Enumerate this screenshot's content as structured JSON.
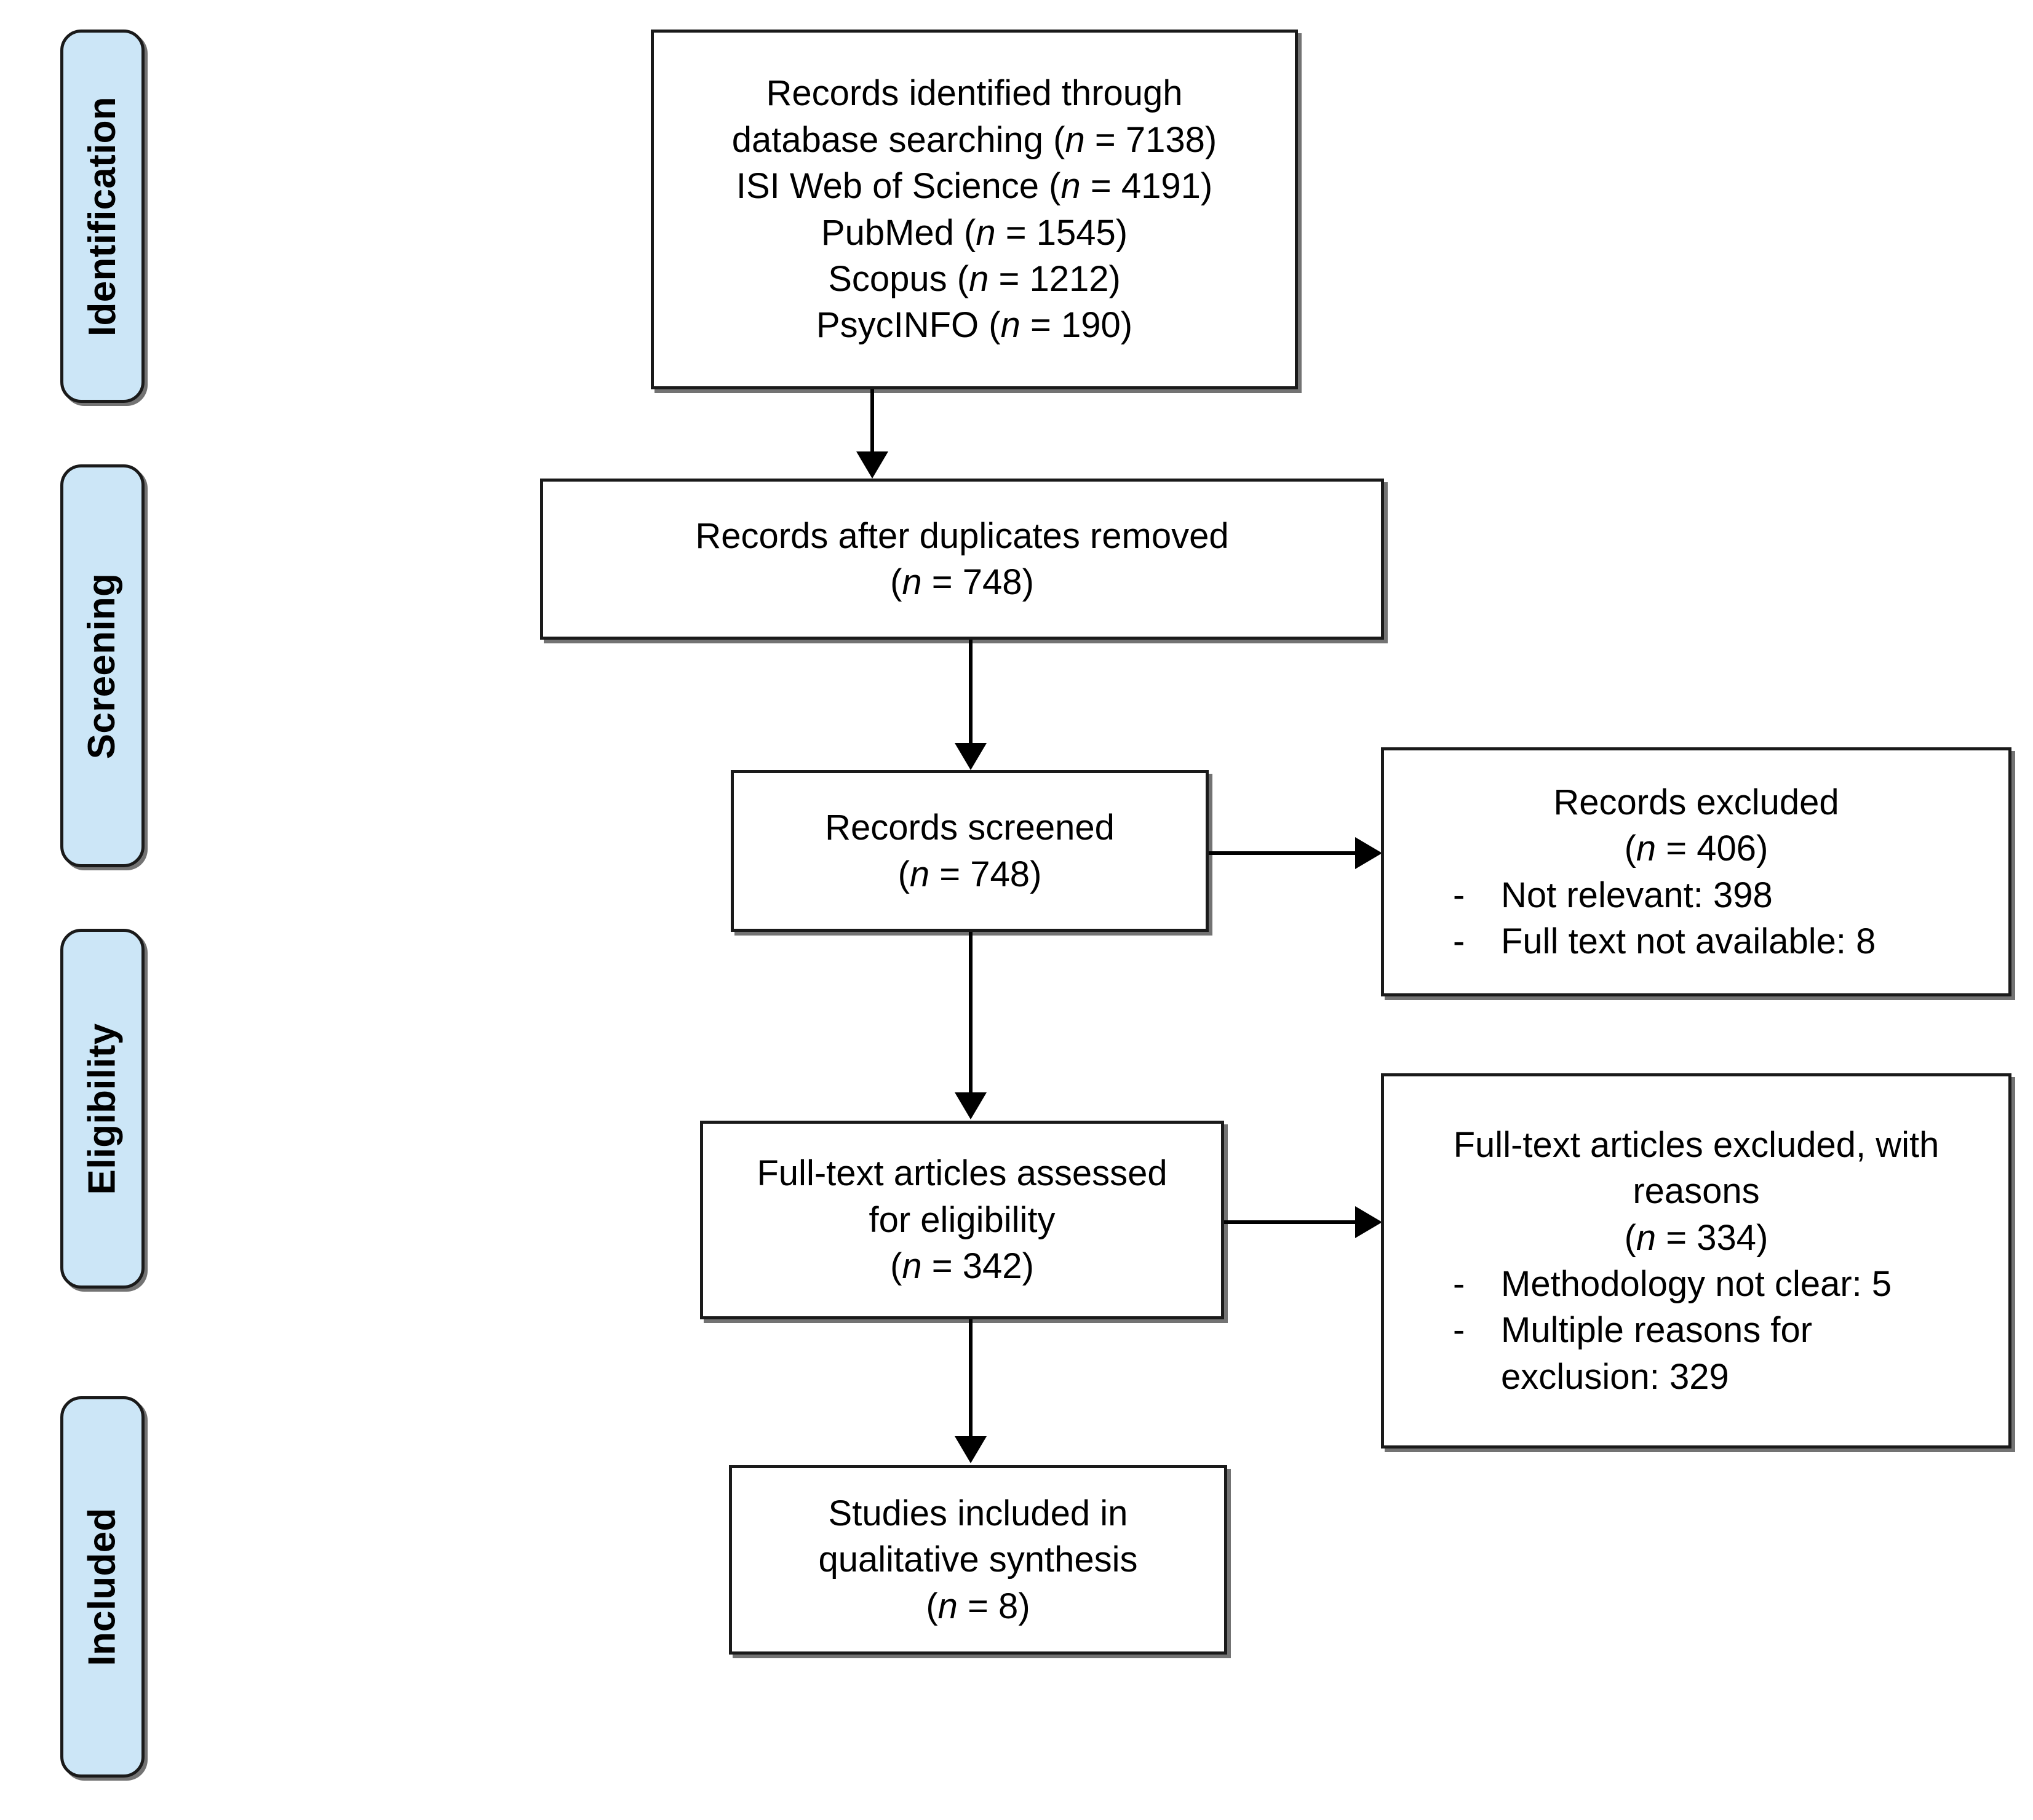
{
  "diagram": {
    "type": "prisma-flow-diagram",
    "stages": [
      {
        "id": "identification",
        "label": "Identification"
      },
      {
        "id": "screening",
        "label": "Screening"
      },
      {
        "id": "eligibility",
        "label": "Eligibility"
      },
      {
        "id": "included",
        "label": "Included"
      }
    ],
    "boxes": {
      "identified": {
        "lines": [
          "Records identified through",
          "database searching (n = 7138)",
          "ISI Web of Science (n = 4191)",
          "PubMed (n = 1545)",
          "Scopus (n = 1212)",
          "PsycINFO (n = 190)"
        ],
        "counts": {
          "total_database_searching": 7138,
          "isi_web_of_science": 4191,
          "pubmed": 1545,
          "scopus": 1212,
          "psycinfo": 190
        }
      },
      "duplicates_removed": {
        "lines": [
          "Records after duplicates removed",
          "(n = 748)"
        ],
        "count": 748
      },
      "screened": {
        "lines": [
          "Records screened",
          "(n = 748)"
        ],
        "count": 748
      },
      "records_excluded": {
        "heading": "Records excluded",
        "count_line": "(n = 406)",
        "count": 406,
        "reasons": [
          {
            "dash": "-",
            "text": "Not relevant: 398",
            "value": 398
          },
          {
            "dash": "-",
            "text": "Full text not available: 8",
            "value": 8
          }
        ]
      },
      "fulltext_assessed": {
        "lines": [
          "Full-text articles assessed",
          "for eligibility",
          "(n = 342)"
        ],
        "count": 342
      },
      "fulltext_excluded": {
        "heading_line1": "Full-text articles excluded, with",
        "heading_line2": "reasons",
        "count_line": "(n = 334)",
        "count": 334,
        "reasons": [
          {
            "dash": "-",
            "text": "Methodology not clear: 5",
            "value": 5
          },
          {
            "dash": "-",
            "text": "Multiple reasons for",
            "value": null
          },
          {
            "dash": "",
            "text": "exclusion: 329",
            "value": 329
          }
        ]
      },
      "included_studies": {
        "lines": [
          "Studies included in",
          "qualitative synthesis",
          "(n = 8)"
        ],
        "count": 8
      }
    },
    "colors": {
      "stage_fill": "#cce6f7",
      "stroke": "#1a1a1a",
      "box_fill": "#ffffff",
      "text": "#000000"
    }
  }
}
